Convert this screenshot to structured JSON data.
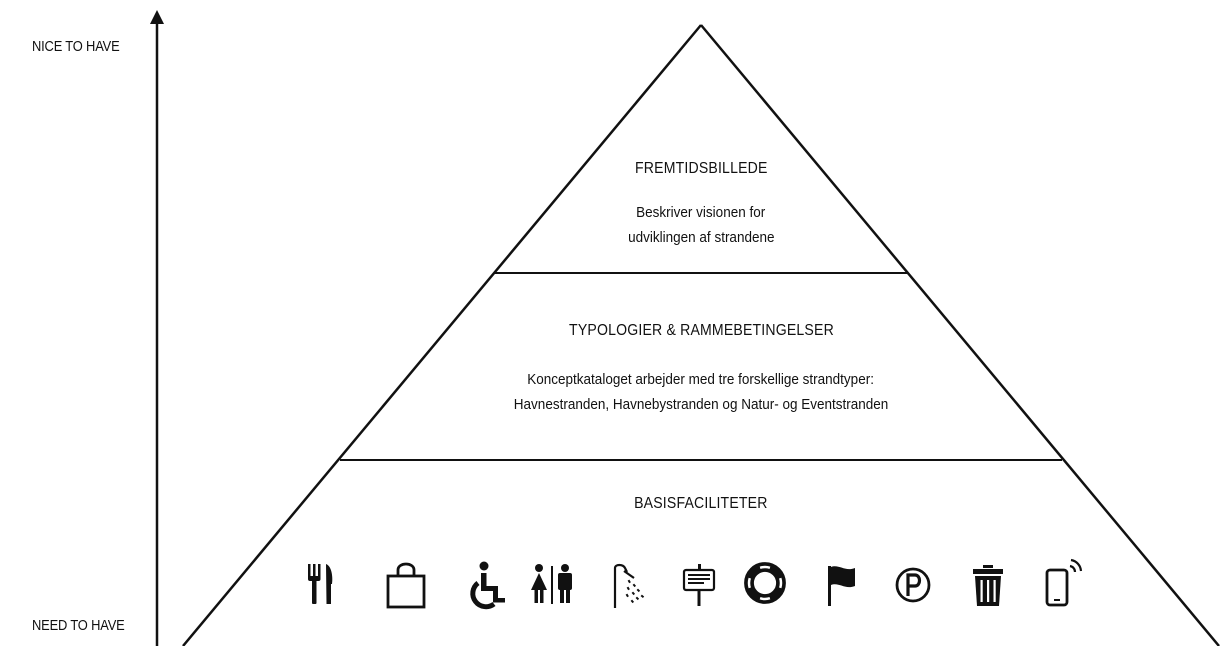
{
  "axis": {
    "top_label": "NICE TO HAVE",
    "bottom_label": "NEED TO HAVE"
  },
  "pyramid": {
    "top": {
      "title": "FREMTIDSBILLEDE",
      "description_line1": "Beskriver visionen for",
      "description_line2": "udviklingen af strandene"
    },
    "middle": {
      "title": "TYPOLOGIER & RAMMEBETINGELSER",
      "description_line1": "Konceptkataloget arbejder med tre forskellige strandtyper:",
      "description_line2": "Havnestranden, Havnebystranden og Natur- og Eventstranden"
    },
    "bottom": {
      "title": "BASISFACILITETER",
      "icons": [
        "restaurant-icon",
        "shopping-bag-icon",
        "wheelchair-icon",
        "toilet-icon",
        "shower-icon",
        "info-sign-icon",
        "lifebuoy-icon",
        "flag-icon",
        "parking-icon",
        "trash-can-icon",
        "mobile-signal-icon"
      ]
    }
  },
  "colors": {
    "line": "#111111",
    "background": "#ffffff"
  }
}
